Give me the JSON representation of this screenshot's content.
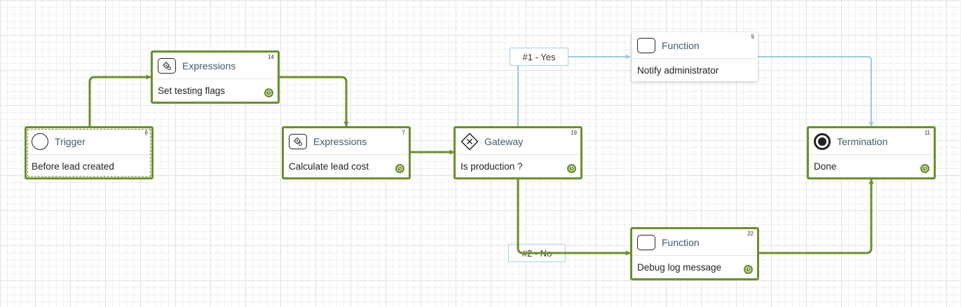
{
  "nodes": {
    "trigger": {
      "title": "Trigger",
      "body": "Before lead created",
      "num": "6"
    },
    "expr1": {
      "title": "Expressions",
      "body": "Set testing flags",
      "num": "14"
    },
    "expr2": {
      "title": "Expressions",
      "body": "Calculate lead cost",
      "num": "7"
    },
    "gateway": {
      "title": "Gateway",
      "body": "Is production ?",
      "num": "19"
    },
    "fn_yes": {
      "title": "Function",
      "body": "Notify administrator",
      "num": "9"
    },
    "fn_no": {
      "title": "Function",
      "body": "Debug log message",
      "num": "22"
    },
    "end": {
      "title": "Termination",
      "body": "Done",
      "num": "11"
    }
  },
  "edge_labels": {
    "yes": "#1 - Yes",
    "no": "#2 - No"
  },
  "colors": {
    "active": "#6b8e2f",
    "pending": "#9ccbe3",
    "title": "#3f5b6e"
  },
  "icons": {
    "trigger": "start-event-circle-icon",
    "expressions": "gear-task-icon",
    "gateway": "exclusive-gateway-icon",
    "function": "task-box-icon",
    "termination": "end-event-icon",
    "status": "clock-icon"
  }
}
